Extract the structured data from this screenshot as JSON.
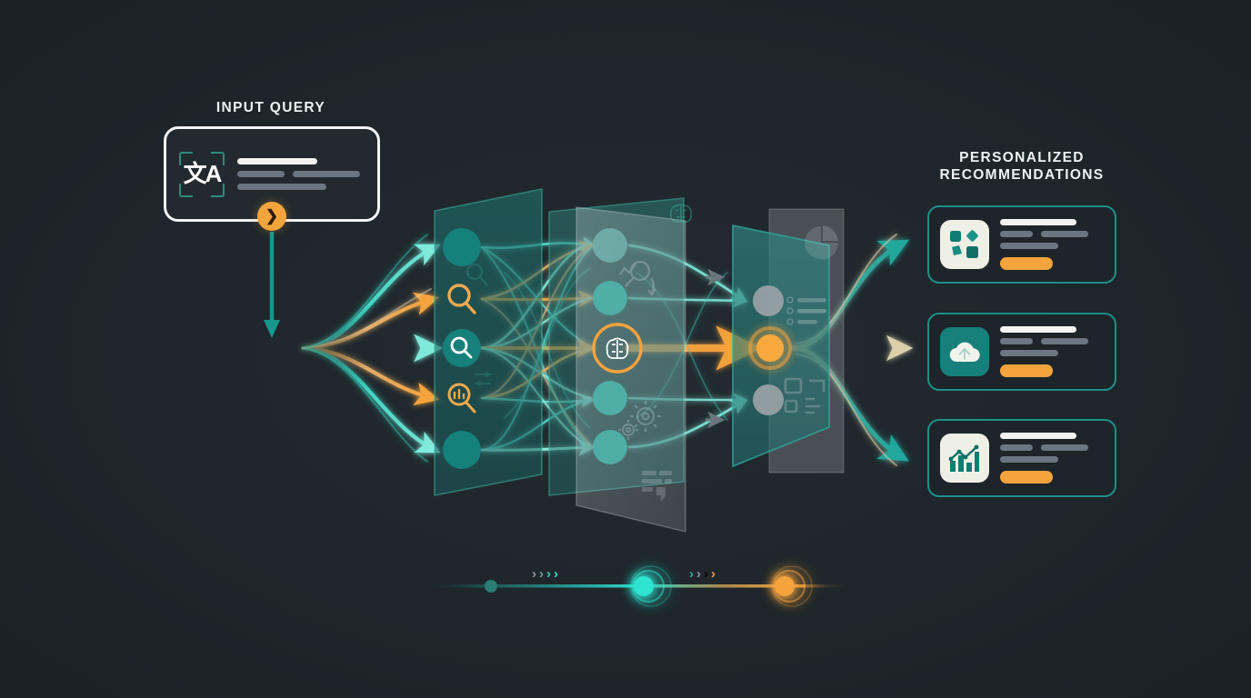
{
  "theme": {
    "background": "#1e262b",
    "accent_orange": "#f5a33d",
    "accent_teal": "#17807a",
    "accent_cyan": "#2fd8c8",
    "text_light": "#eef2f4",
    "line_gray": "#6b7682",
    "card_border_teal": "#1e8f88"
  },
  "input": {
    "label": "INPUT QUERY",
    "icon": "translate-icon",
    "icon_glyph": "文A",
    "chevron_icon": "chevron-right-icon",
    "text_lines": [
      "line-bright",
      "line-short",
      "line-medium",
      "line-long"
    ]
  },
  "output": {
    "label": "PERSONALIZED\nRECOMMENDATIONS",
    "cards": [
      {
        "icon": "category-shapes-icon",
        "tile_style": "light",
        "button": "action-pill"
      },
      {
        "icon": "cloud-upload-icon",
        "tile_style": "teal",
        "button": "action-pill"
      },
      {
        "icon": "bar-chart-trend-icon",
        "tile_style": "light",
        "button": "action-pill"
      }
    ]
  },
  "network": {
    "hub": {
      "name": "input-hub-node",
      "color": "#17807a"
    },
    "layers": [
      {
        "name": "encoder-layer",
        "panel_color": "#1f6b68",
        "nodes": [
          {
            "name": "node-plain-teal",
            "icon": "circle-icon",
            "color": "#17807a"
          },
          {
            "name": "node-search-orange",
            "icon": "search-icon",
            "color": "#f5a33d"
          },
          {
            "name": "node-search-teal",
            "icon": "search-icon",
            "color": "#17807a"
          },
          {
            "name": "node-search-analytics",
            "icon": "search-analytics-icon",
            "color": "#f5a33d"
          },
          {
            "name": "node-plain-teal",
            "icon": "circle-icon",
            "color": "#17807a"
          }
        ],
        "watermarks": [
          "search-icon",
          "sliders-icon"
        ]
      },
      {
        "name": "processing-layer",
        "panel_color": "#2a6e6b",
        "nodes": [
          {
            "name": "node-plain",
            "icon": "circle-icon",
            "color": "#5fa6a3"
          },
          {
            "name": "node-plain",
            "icon": "circle-icon",
            "color": "#5fb0ab"
          },
          {
            "name": "node-brain",
            "icon": "brain-icon",
            "color": "#f5a33d"
          },
          {
            "name": "node-plain",
            "icon": "circle-icon",
            "color": "#5fb0ab"
          },
          {
            "name": "node-plain",
            "icon": "circle-icon",
            "color": "#5fb0ab"
          }
        ],
        "watermarks": [
          "brain-icon",
          "search-arrow-icon",
          "gears-icon",
          "text-quote-icon"
        ]
      },
      {
        "name": "ranking-layer",
        "panel_color": "#2b7b79",
        "nodes": [
          {
            "name": "node-plain",
            "icon": "circle-icon",
            "color": "#9aa2a8"
          },
          {
            "name": "node-active-orange",
            "icon": "circle-icon",
            "color": "#f5a33d"
          },
          {
            "name": "node-plain",
            "icon": "circle-icon",
            "color": "#9aa2a8"
          }
        ],
        "watermarks": [
          "pie-chart-icon",
          "bullet-list-icon",
          "layout-grid-icon"
        ]
      }
    ]
  },
  "progress": {
    "name": "pipeline-progress-track",
    "stages": [
      {
        "name": "stage-start-dot",
        "state": "complete",
        "color": "#2a7d74"
      },
      {
        "name": "stage-mid-dot",
        "state": "active",
        "color": "#2fe3d0"
      },
      {
        "name": "stage-end-dot",
        "state": "active",
        "color": "#f5a33d"
      }
    ],
    "chevron_groups": [
      {
        "name": "chevrons-stage-1",
        "glyph": "›",
        "count": 4
      },
      {
        "name": "chevrons-stage-2",
        "glyph": "›",
        "count": 4
      }
    ]
  }
}
